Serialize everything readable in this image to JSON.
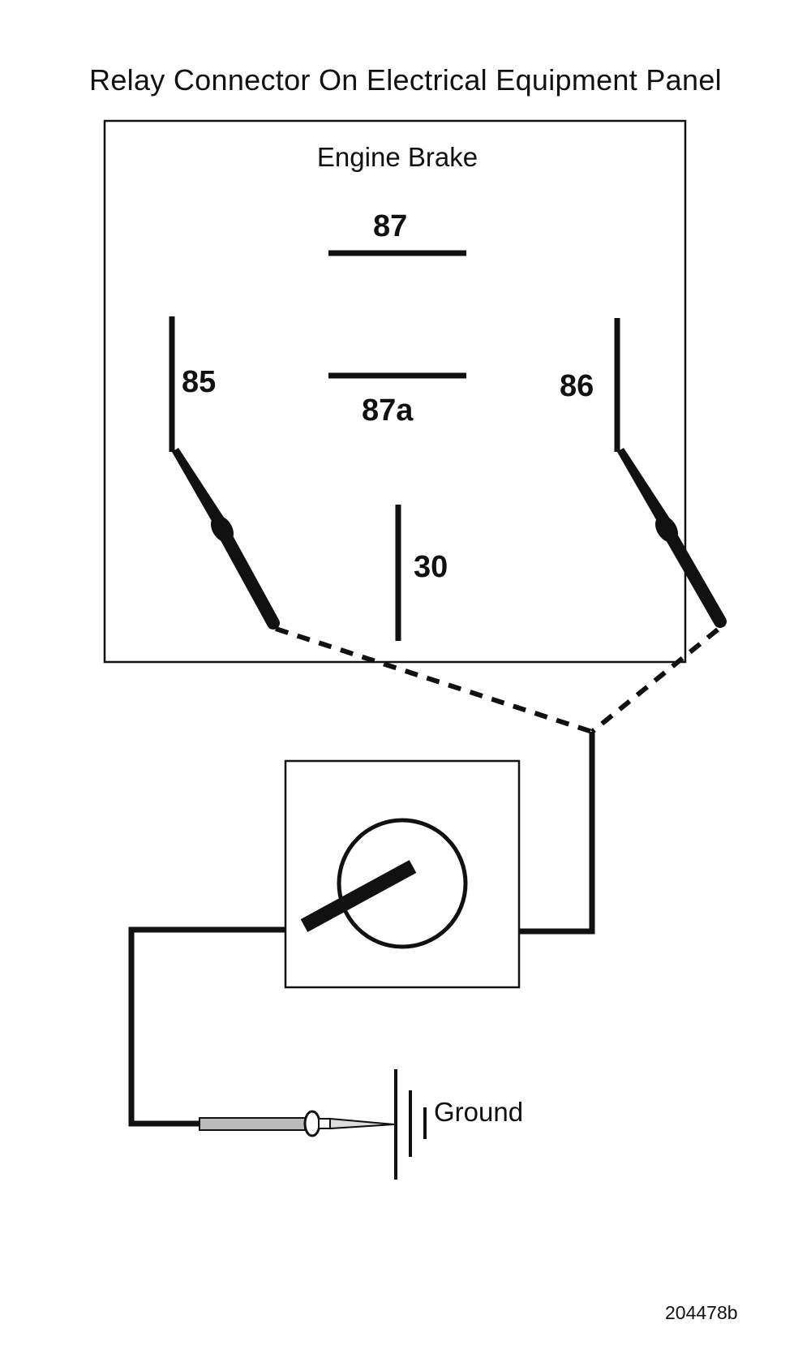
{
  "title": "Relay Connector On Electrical Equipment Panel",
  "panel_label": "Engine Brake",
  "terminals": {
    "t87": "87",
    "t87a": "87a",
    "t85": "85",
    "t86": "86",
    "t30": "30"
  },
  "ground_label": "Ground",
  "figure_id": "204478b",
  "colors": {
    "ink": "#111111",
    "background": "#ffffff",
    "probe_shaft": "#bbbbbb"
  },
  "icons": [
    "relay-panel",
    "test-probe",
    "test-meter",
    "ground-symbol"
  ]
}
